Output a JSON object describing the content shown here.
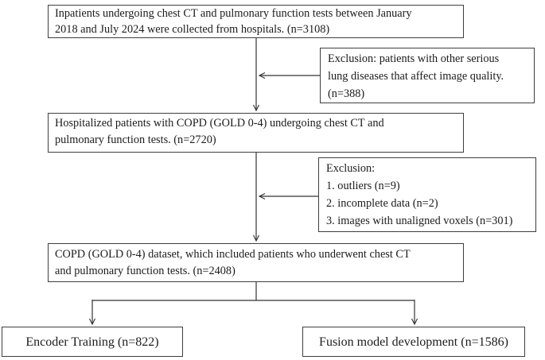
{
  "flowchart": {
    "box1": {
      "lines": [
        "Inpatients undergoing chest CT and pulmonary function tests between January",
        "2018 and July 2024 were collected from hospitals. (n=3108)"
      ]
    },
    "exclusion1": {
      "lines": [
        "Exclusion: patients with other serious",
        "lung diseases that affect image quality.",
        "(n=388)"
      ]
    },
    "box2": {
      "lines": [
        "Hospitalized patients with COPD (GOLD 0-4) undergoing chest CT and",
        "pulmonary function tests. (n=2720)"
      ]
    },
    "exclusion2": {
      "lines": [
        "Exclusion:",
        "1. outliers (n=9)",
        "2. incomplete data (n=2)",
        "3. images with unaligned voxels (n=301)"
      ]
    },
    "box3": {
      "lines": [
        "COPD (GOLD 0-4) dataset, which included patients who underwent chest CT",
        "and pulmonary function tests. (n=2408)"
      ]
    },
    "encoder": {
      "label": "Encoder Training (n=822)"
    },
    "fusion": {
      "label": "Fusion model development (n=1586)"
    },
    "colors": {
      "border": "#3f3f3f",
      "line": "#333333",
      "text": "#1c1c1c",
      "background": "#ffffff"
    }
  }
}
